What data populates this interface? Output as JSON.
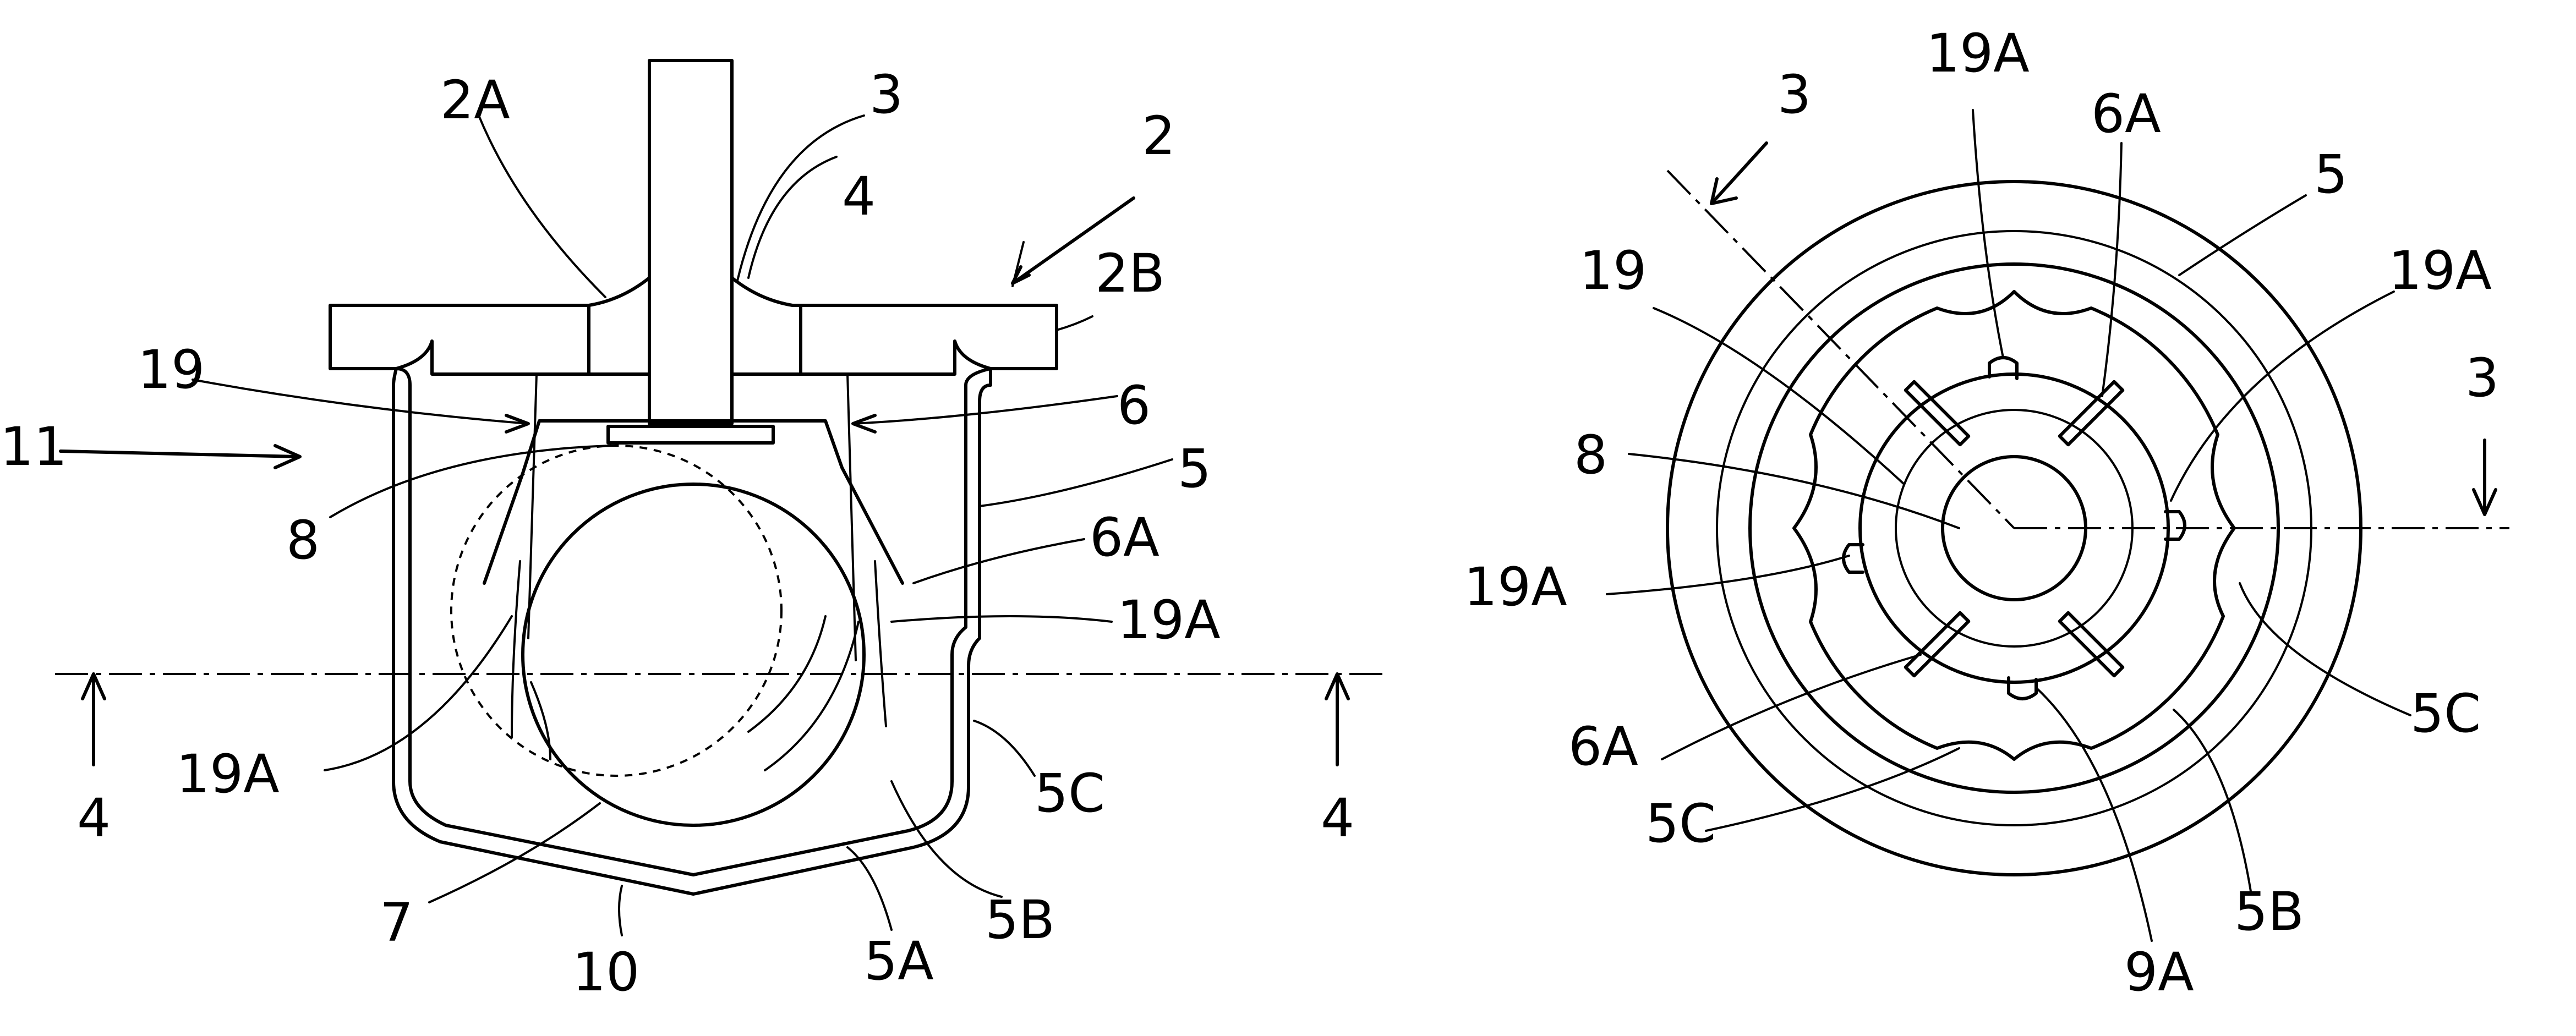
{
  "colors": {
    "ink": "#000000",
    "paper": "#ffffff"
  },
  "left_view": {
    "labels": {
      "l2A": "2A",
      "l3": "3",
      "l2": "2",
      "l4": "4",
      "l2B": "2B",
      "l19": "19",
      "l6": "6",
      "l11": "11",
      "l5": "5",
      "l8": "8",
      "l6A": "6A",
      "l19A_right": "19A",
      "l19A_left": "19A",
      "l4_left": "4",
      "l4_right": "4",
      "l5C": "5C",
      "l7": "7",
      "l10": "10",
      "l5A": "5A",
      "l5B": "5B"
    }
  },
  "right_view": {
    "labels": {
      "l3_top": "3",
      "l19A_top": "19A",
      "l6A_top": "6A",
      "l5": "5",
      "l19": "19",
      "l19A_right": "19A",
      "l3_right": "3",
      "l8": "8",
      "l19A_left": "19A",
      "l6A_left": "6A",
      "l5C_right": "5C",
      "l5C_left": "5C",
      "l5B": "5B",
      "l9A": "9A"
    }
  }
}
